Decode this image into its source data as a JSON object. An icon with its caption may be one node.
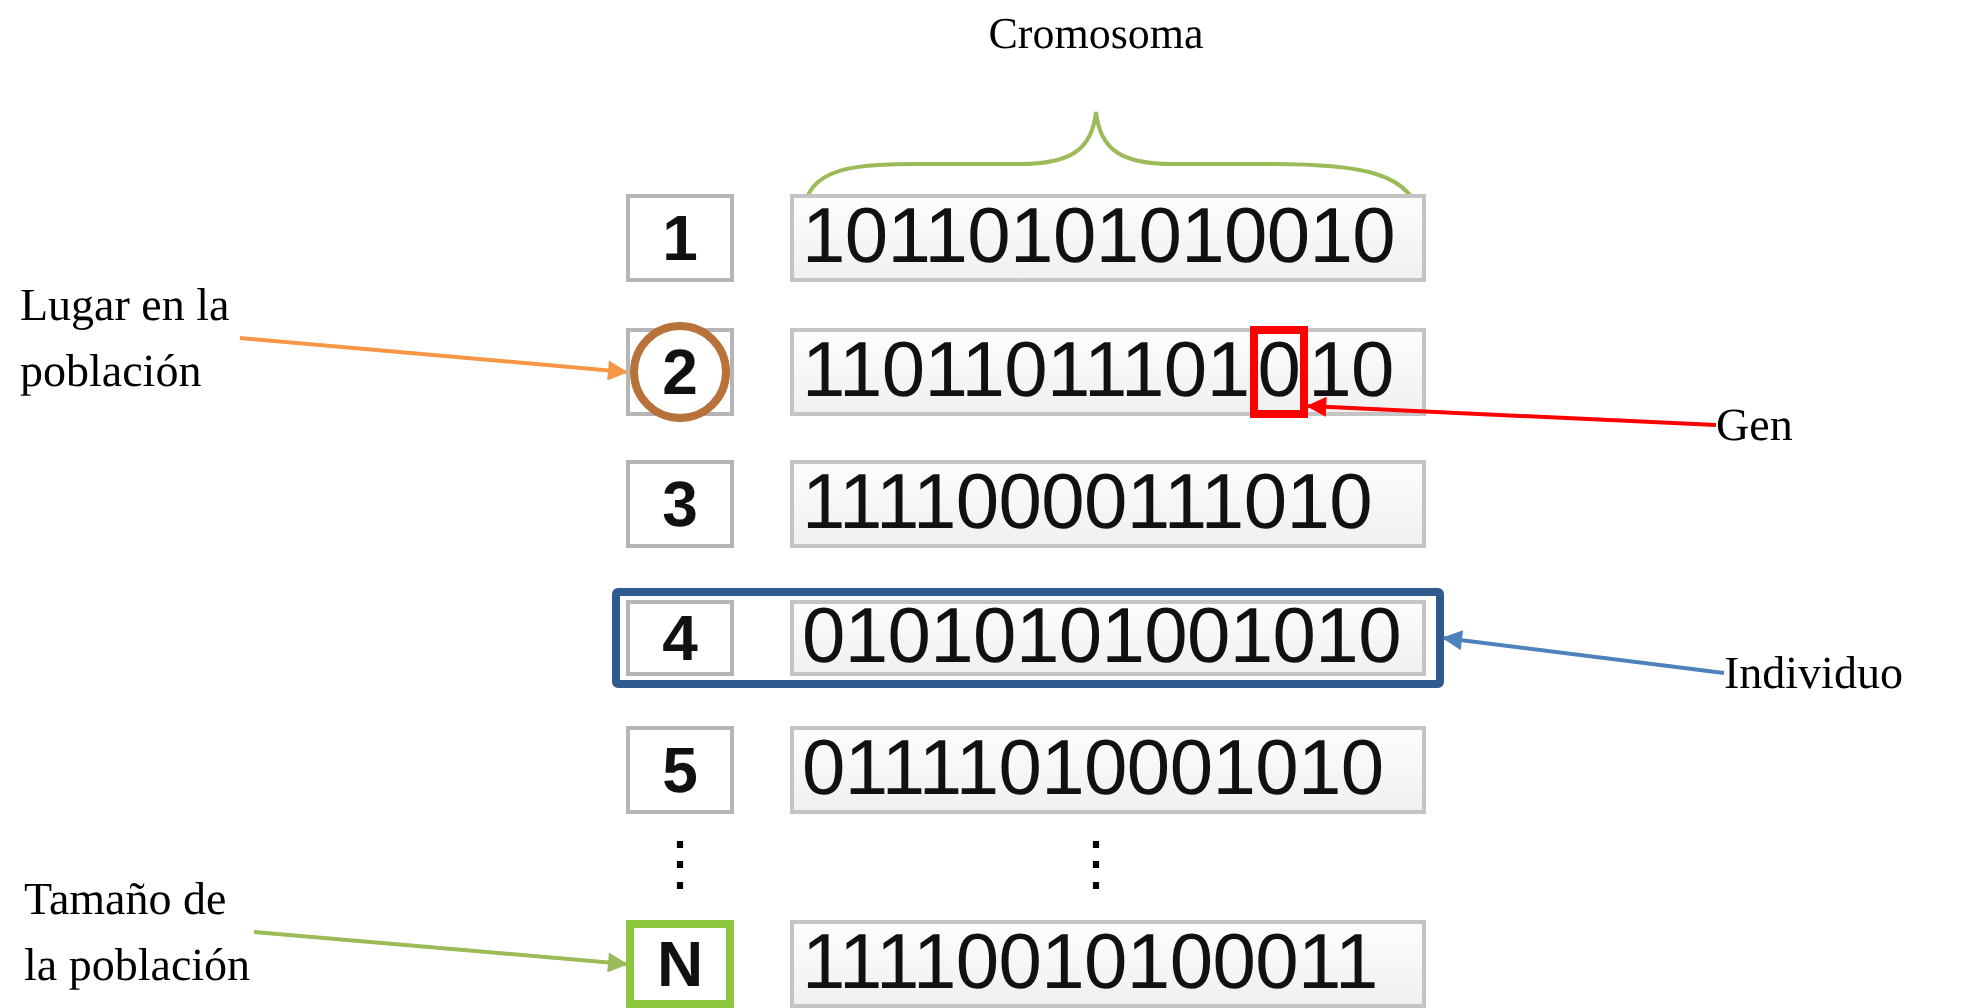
{
  "diagram": {
    "nodes": [
      {
        "text": [
          "Lugar en la población"
        ]
      },
      {
        "text": [
          "1"
        ]
      },
      {
        "text": [
          "10110101010010"
        ]
      },
      {
        "text": [
          "2"
        ]
      },
      {
        "text": [
          "11011011101",
          "10"
        ]
      },
      {
        "text": [
          "0"
        ],
        "in": 4
      },
      {
        "text": [
          "Gen"
        ]
      },
      {
        "text": [
          "3"
        ]
      },
      {
        "text": [
          "11110000111010"
        ]
      },
      {
        "text": [],
        "shape": "box"
      },
      {
        "text": [
          "4"
        ],
        "in": 9
      },
      {
        "text": [
          "01010101001010"
        ],
        "in": 9
      },
      {
        "text": [
          "Individuo"
        ]
      },
      {
        "text": [
          "5"
        ]
      },
      {
        "text": [
          "01111010001010"
        ]
      },
      {
        "text": [
          "Tamaño de la población"
        ]
      },
      {
        "text": [
          "N"
        ]
      },
      {
        "text": [
          "11110010100011"
        ]
      }
    ],
    "edges": [
      {
        "from": 0,
        "to": 3,
        "arrow": "to",
        "color": "#f79646"
      },
      {
        "from": 6,
        "to": 5,
        "arrow": "to",
        "color": "#ff0000"
      },
      {
        "from": 12,
        "to": 9,
        "arrow": "to",
        "color": "#4f81bd"
      },
      {
        "from": 15,
        "to": 16,
        "arrow": "to",
        "color": "#9bbb59"
      }
    ],
    "labels": [
      "Cromosoma",
      "⋮",
      "⋮"
    ]
  }
}
